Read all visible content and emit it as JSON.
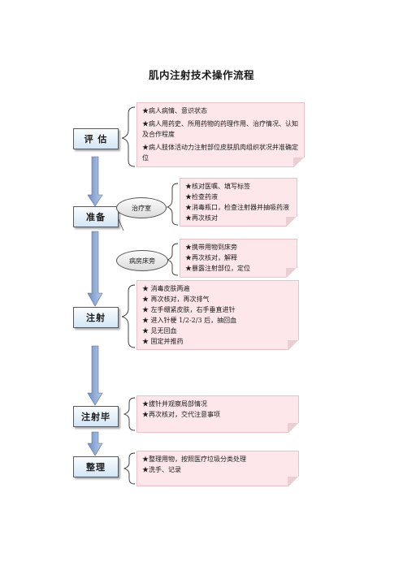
{
  "title": "肌内注射技术操作流程",
  "steps": {
    "assess": "评 估",
    "prepare": "准备",
    "inject": "注射",
    "after": "注射毕",
    "tidy": "整理"
  },
  "locations": {
    "treatment_room": "治疗室",
    "bedside": "病房床旁"
  },
  "notes": {
    "assess": [
      "★病人病情、意识状态",
      "★病人用药史、所用药物的药理作用、治疗情况、认知及合作程度",
      "★病人肢体活动力注射部位皮肤肌肉组织状况并准确定位"
    ],
    "treatment_room": [
      "★核对医嘱、填写标签",
      "★检查药液",
      "★消毒瓶口，检查注射器并抽吸药液",
      "★再次核对"
    ],
    "bedside": [
      "★携带用物到床旁",
      "★再次核对，解释",
      "★暴露注射部位，定位"
    ],
    "inject": [
      "★  消毒皮肤两遍",
      "★  再次核对，再次排气",
      "★  左手绷紧皮肤，右手垂直进针",
      "★  进入针梗 1/2-2/3 后，抽回血",
      "★  见无回血",
      "★  固定并推药"
    ],
    "after": [
      "★拔针并观察局部情况",
      "★再次核对，交代注意事项"
    ],
    "tidy": [
      "★整理用物，按照医疗垃圾分类处理",
      "★洗手、记录"
    ]
  }
}
